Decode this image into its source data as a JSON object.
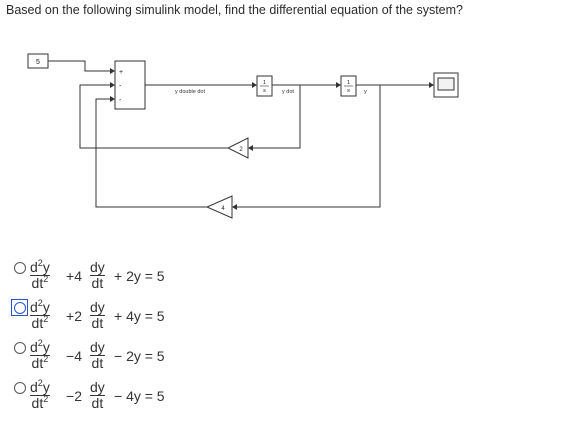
{
  "question": "Based on the following simulink model, find the differential equation of the system?",
  "model": {
    "constant_value": "5",
    "sum_signs": [
      "+",
      "-",
      "-"
    ],
    "signal_ydoubledot": "y double dot",
    "integrator_num": "1",
    "integrator_den": "s",
    "signal_ydot": "y dot",
    "signal_y": "y",
    "gain_inner": "2",
    "gain_outer": "4"
  },
  "options": [
    {
      "sign1": "+",
      "coef1": "4",
      "tail": "+ 2y = 5",
      "selected": false
    },
    {
      "sign1": "+",
      "coef1": "2",
      "tail": "+ 4y = 5",
      "selected": true
    },
    {
      "sign1": "−",
      "coef1": "4",
      "tail": "− 2y = 5",
      "selected": false
    },
    {
      "sign1": "−",
      "coef1": "2",
      "tail": "− 4y = 5",
      "selected": false
    }
  ],
  "terms": {
    "d2": "d",
    "y": "y",
    "dt": "dt",
    "dy": "dy",
    "sup2": "2"
  }
}
